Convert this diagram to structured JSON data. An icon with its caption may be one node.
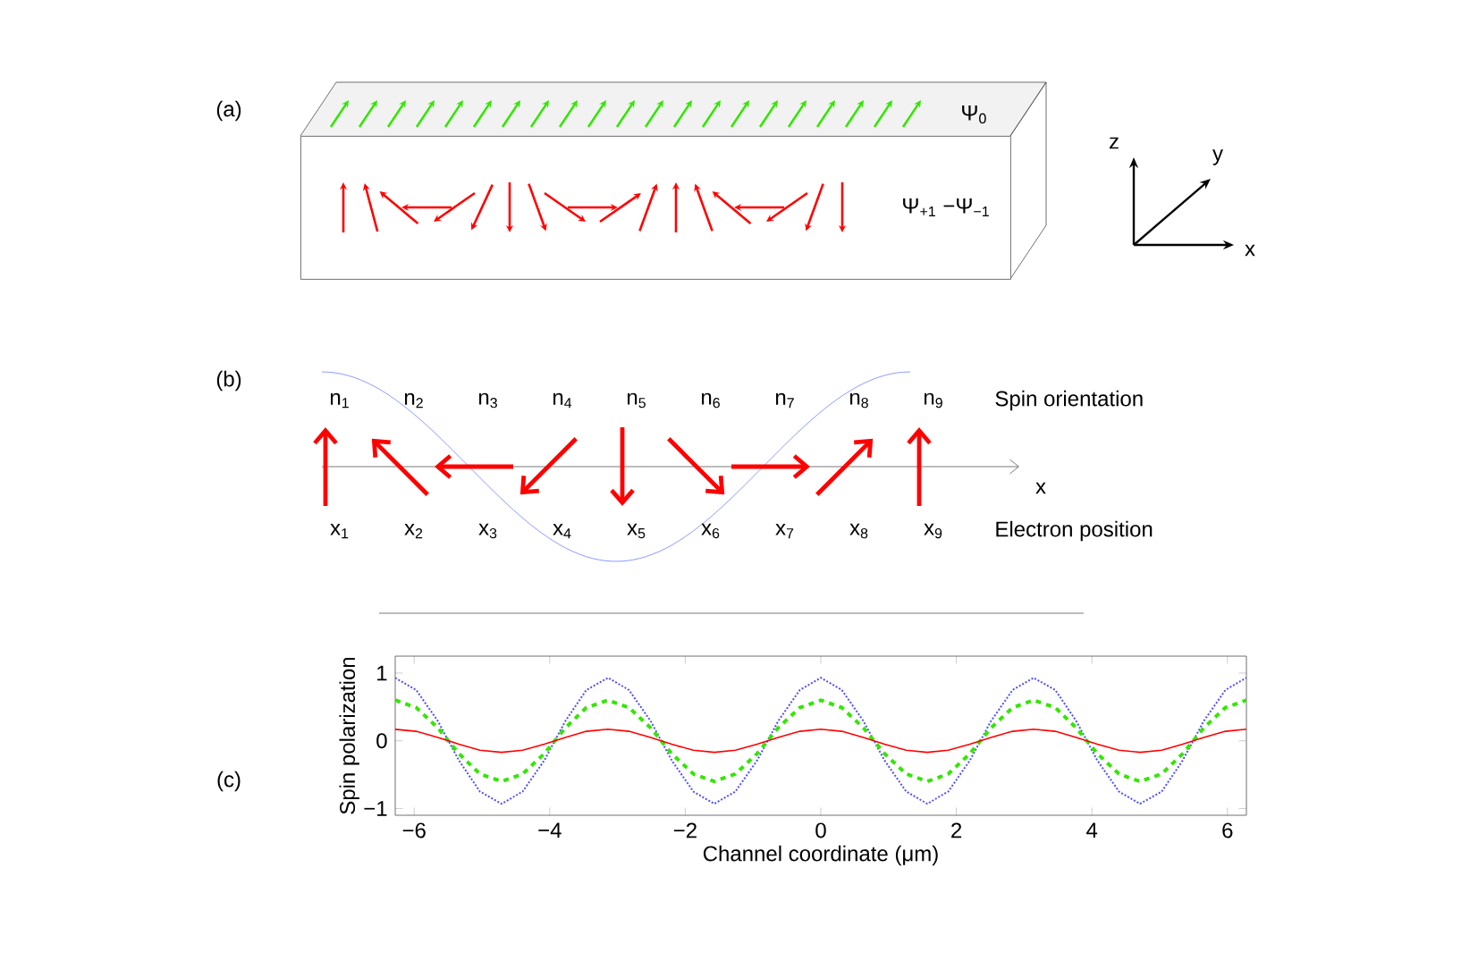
{
  "diagram": {
    "nodes": [
      {
        "text": [
          "Ψ$_{0}$",
          "Ψ$_{+1}$ −Ψ$_{−1}$"
        ]
      }
    ],
    "labels": [
      "(a)",
      "z",
      "y",
      "x",
      "(b)",
      "n$_{1}$",
      "n$_{2}$",
      "n$_{3}$",
      "n$_{4}$",
      "n$_{5}$",
      "n$_{6}$",
      "n$_{7}$",
      "n$_{8}$",
      "n$_{9}$",
      "Spin orientation",
      "x",
      "x$_{1}$",
      "x$_{2}$",
      "x$_{3}$",
      "x$_{4}$",
      "x$_{5}$",
      "x$_{6}$",
      "x$_{7}$",
      "x$_{8}$",
      "x$_{9}$",
      "Electron position",
      "(c)"
    ],
    "chart_data": {
      "type": "line",
      "xlabel": "Channel coordinate (μm)",
      "ylabel": "Spin polarization",
      "x": [
        -6.28,
        -5.97,
        -5.65,
        -5.34,
        -5.03,
        -4.71,
        -4.4,
        -4.08,
        -3.77,
        -3.46,
        -3.14,
        -2.83,
        -2.51,
        -2.2,
        -1.88,
        -1.57,
        -1.26,
        -0.94,
        -0.63,
        -0.31,
        0,
        0.31,
        0.63,
        0.94,
        1.26,
        1.57,
        1.88,
        2.2,
        2.51,
        2.83,
        3.14,
        3.46,
        3.77,
        4.08,
        4.4,
        4.71,
        5.03,
        5.34,
        5.65,
        5.97,
        6.28
      ],
      "series": [
        {
          "color": "#4d4dff",
          "line_style": "dotted",
          "values": [
            0.93,
            0.75,
            0.29,
            -0.29,
            -0.75,
            -0.93,
            -0.75,
            -0.29,
            0.29,
            0.75,
            0.93,
            0.75,
            0.29,
            -0.29,
            -0.75,
            -0.93,
            -0.75,
            -0.29,
            0.29,
            0.75,
            0.93,
            0.75,
            0.29,
            -0.29,
            -0.75,
            -0.93,
            -0.75,
            -0.29,
            0.29,
            0.75,
            0.93,
            0.75,
            0.29,
            -0.29,
            -0.75,
            -0.93,
            -0.75,
            -0.29,
            0.29,
            0.75,
            0.93
          ]
        },
        {
          "color": "#33e600",
          "line_style": "dashed",
          "values": [
            0.6,
            0.49,
            0.19,
            -0.19,
            -0.49,
            -0.6,
            -0.49,
            -0.19,
            0.19,
            0.49,
            0.6,
            0.49,
            0.19,
            -0.19,
            -0.49,
            -0.6,
            -0.49,
            -0.19,
            0.19,
            0.49,
            0.6,
            0.49,
            0.19,
            -0.19,
            -0.49,
            -0.6,
            -0.49,
            -0.19,
            0.19,
            0.49,
            0.6,
            0.49,
            0.19,
            -0.19,
            -0.49,
            -0.6,
            -0.49,
            -0.19,
            0.19,
            0.49,
            0.6
          ]
        },
        {
          "color": "#ff0000",
          "line_style": "solid",
          "values": [
            0.17,
            0.14,
            0.05,
            -0.05,
            -0.14,
            -0.17,
            -0.14,
            -0.05,
            0.05,
            0.14,
            0.17,
            0.14,
            0.05,
            -0.05,
            -0.14,
            -0.17,
            -0.14,
            -0.05,
            0.05,
            0.14,
            0.17,
            0.14,
            0.05,
            -0.05,
            -0.14,
            -0.17,
            -0.14,
            -0.05,
            0.05,
            0.14,
            0.17,
            0.14,
            0.05,
            -0.05,
            -0.14,
            -0.17,
            -0.14,
            -0.05,
            0.05,
            0.14,
            0.17
          ]
        }
      ],
      "xlim": [
        -6.28,
        6.28
      ],
      "ylim": [
        -1.1,
        1.25
      ],
      "xticks": [
        -6,
        -4,
        -2,
        0,
        2,
        4,
        6
      ],
      "yticks": [
        -1,
        0,
        1
      ]
    }
  }
}
